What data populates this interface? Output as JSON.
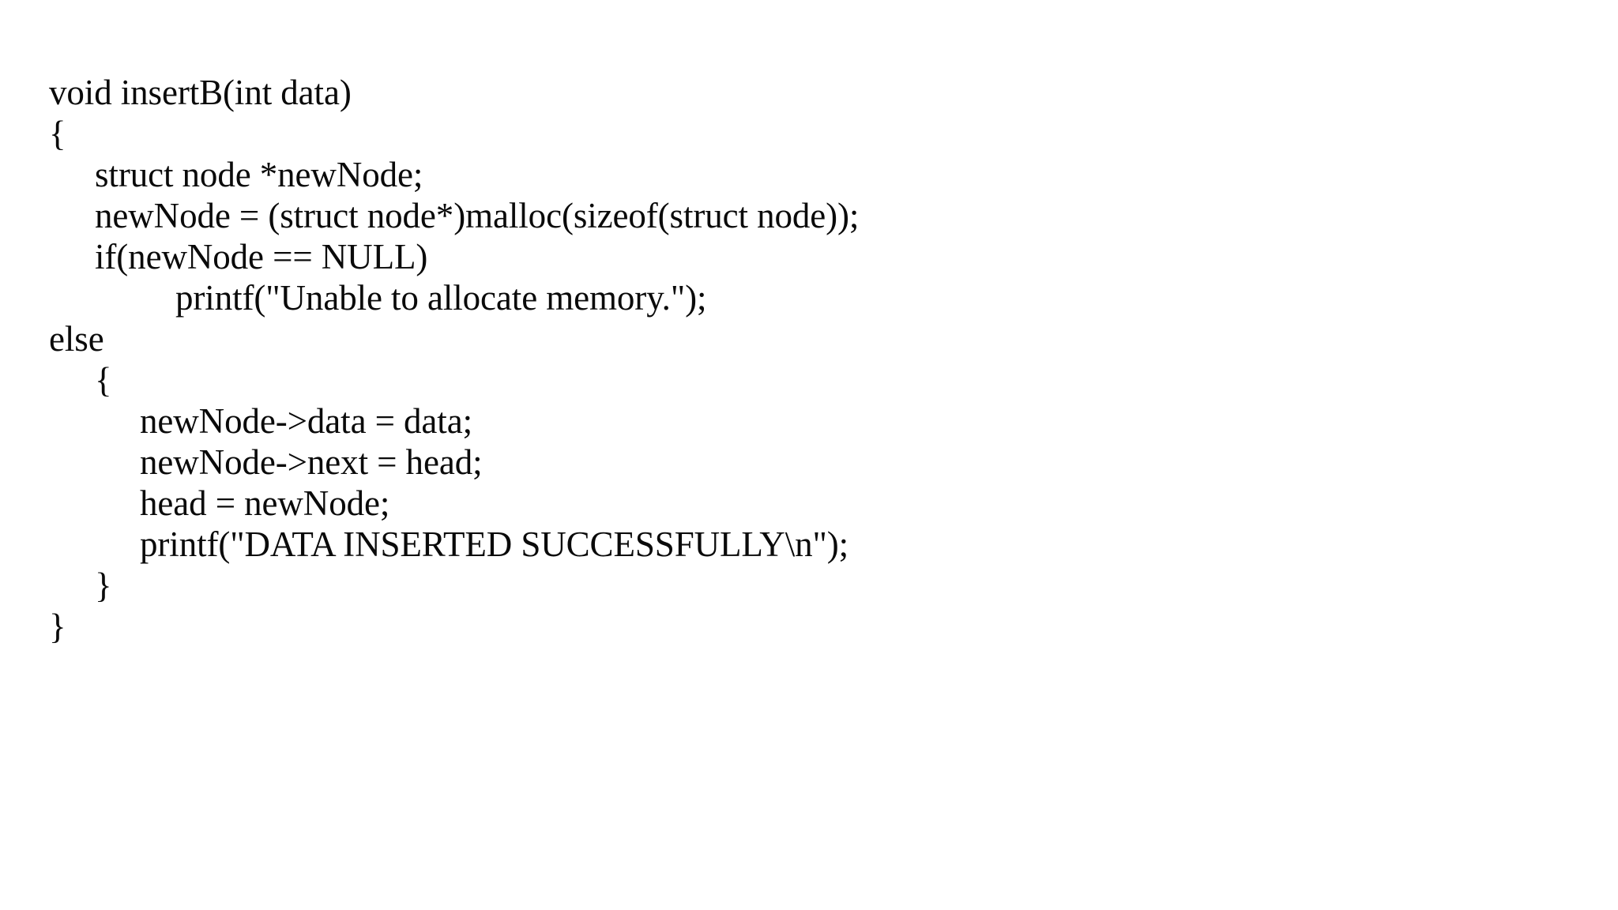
{
  "document": {
    "background_color": "#ffffff",
    "text_color": "#000000",
    "language": "c",
    "title": "void insertB(int data)"
  },
  "code": {
    "lines": [
      {
        "indent": 0,
        "text": "void insertB(int data)"
      },
      {
        "indent": 0,
        "text": "{"
      },
      {
        "indent": 1,
        "text": "struct node *newNode;"
      },
      {
        "indent": 1,
        "text": "newNode = (struct node*)malloc(sizeof(struct node));"
      },
      {
        "indent": 1,
        "text": "if(newNode == NULL)"
      },
      {
        "indent": 3,
        "text": "printf(\"Unable to allocate memory.\");"
      },
      {
        "indent": 0,
        "text": "else"
      },
      {
        "indent": 1,
        "text": "{"
      },
      {
        "indent": 2,
        "text": "newNode->data = data;"
      },
      {
        "indent": 2,
        "text": "newNode->next = head;"
      },
      {
        "indent": 2,
        "text": "head = newNode;"
      },
      {
        "indent": 2,
        "text": "printf(\"DATA INSERTED SUCCESSFULLY\\n\");"
      },
      {
        "indent": 1,
        "text": "}"
      },
      {
        "indent": 0,
        "text": "}"
      }
    ]
  }
}
